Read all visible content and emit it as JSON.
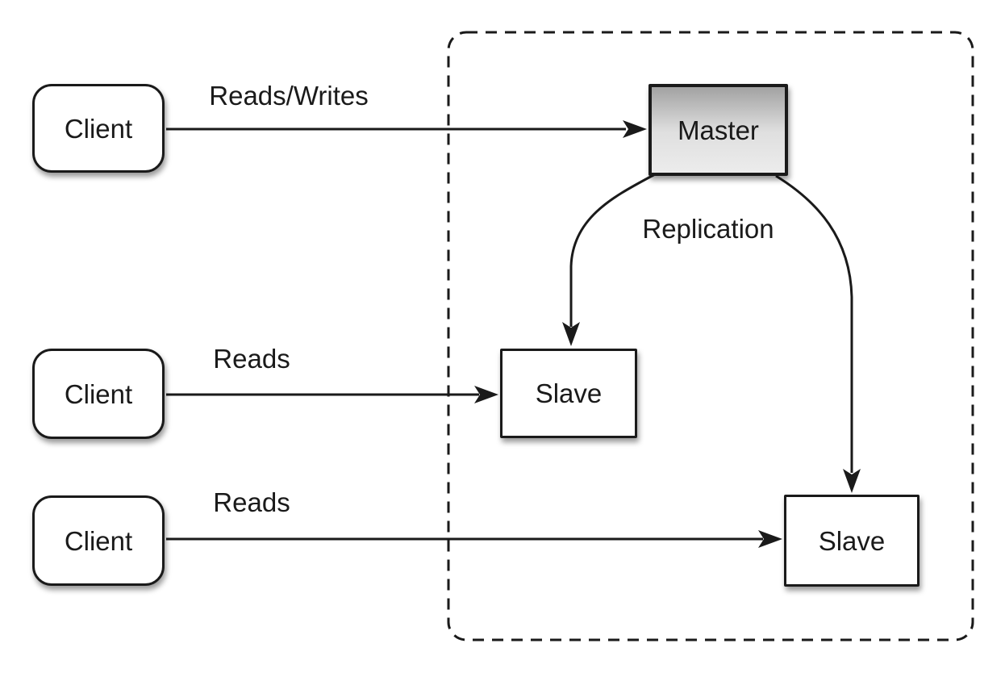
{
  "colors": {
    "stroke": "#1a1a1a",
    "node_fill": "#ffffff",
    "master_gradient_top": "#a2a2a2",
    "master_gradient_mid": "#dfdfdf",
    "master_gradient_bottom": "#ececec",
    "background": "#ffffff"
  },
  "nodes": {
    "clients": [
      {
        "label": "Client"
      },
      {
        "label": "Client"
      },
      {
        "label": "Client"
      }
    ],
    "master": {
      "label": "Master"
    },
    "slaves": [
      {
        "label": "Slave"
      },
      {
        "label": "Slave"
      }
    ]
  },
  "edge_labels": {
    "reads_writes": "Reads/Writes",
    "reads_mid": "Reads",
    "reads_bottom": "Reads",
    "replication": "Replication"
  }
}
